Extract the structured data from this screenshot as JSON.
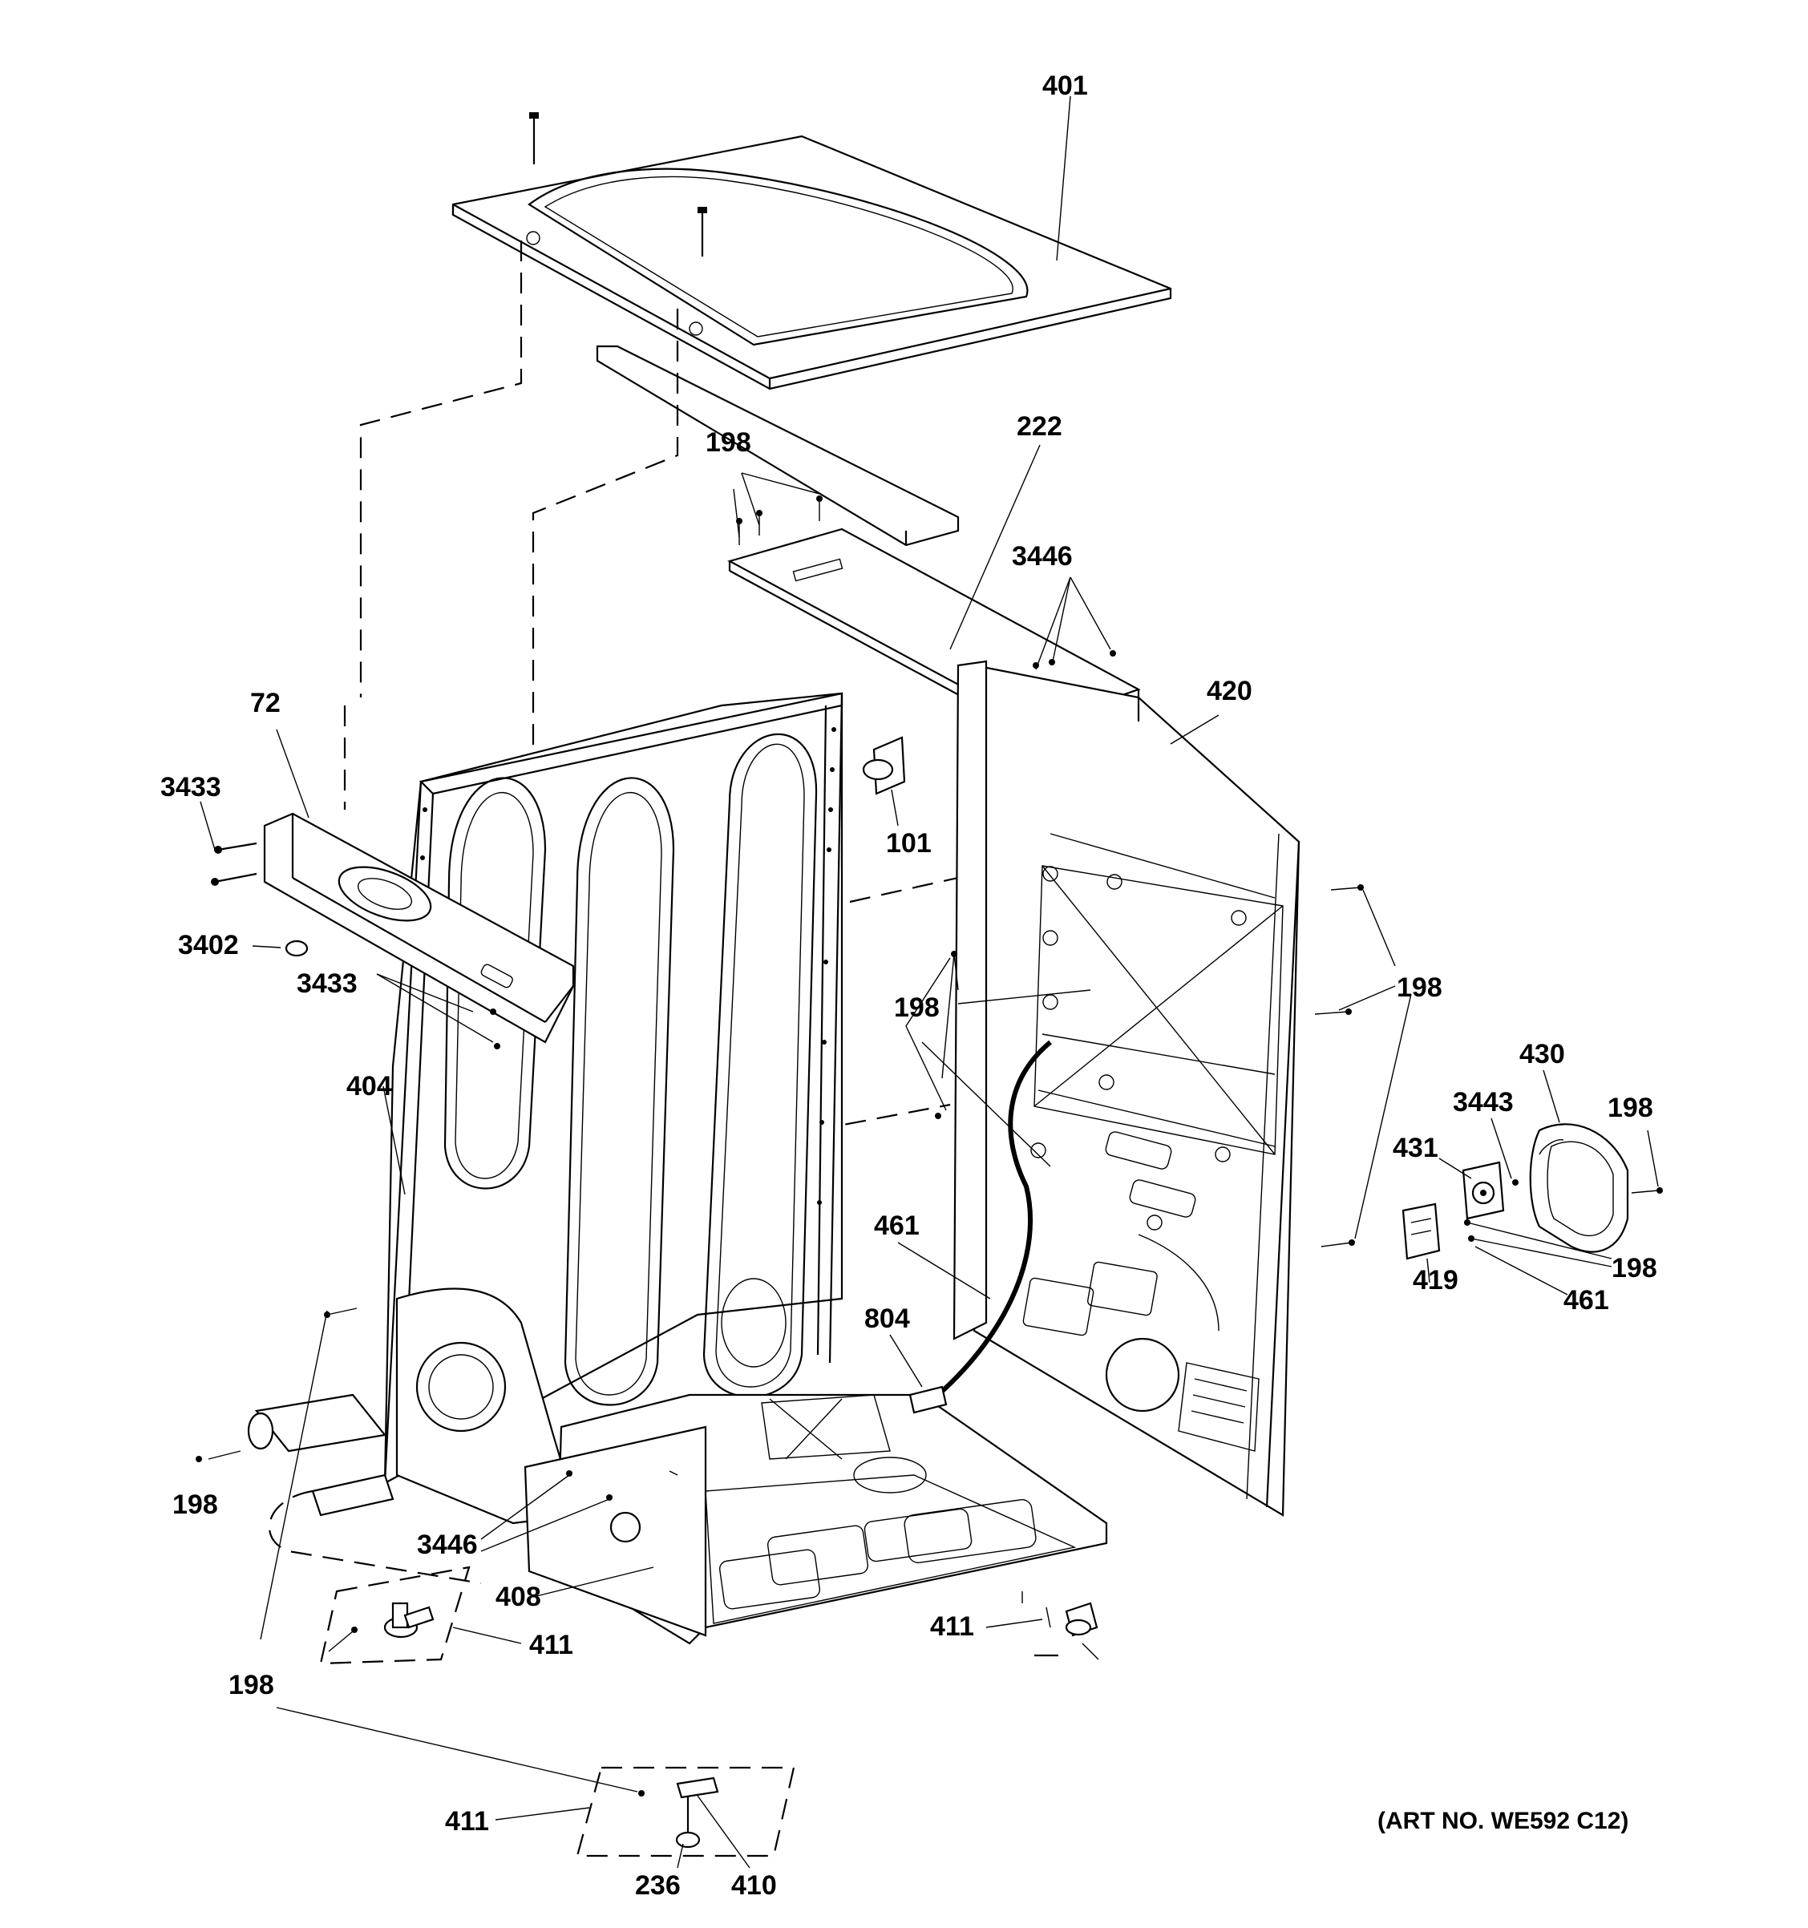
{
  "diagram": {
    "art_number": "(ART NO. WE592 C12)",
    "labels": {
      "p401": "401",
      "p222": "222",
      "p198_top": "198",
      "p3446_top": "3446",
      "p420": "420",
      "p72": "72",
      "p3433_a": "3433",
      "p101": "101",
      "p3402": "3402",
      "p3433_b": "3433",
      "p198_mid": "198",
      "p198_right": "198",
      "p430": "430",
      "p3443": "3443",
      "p198_far": "198",
      "p431": "431",
      "p404": "404",
      "p461_left": "461",
      "p198_r2": "198",
      "p419": "419",
      "p461_right": "461",
      "p804": "804",
      "p198_left": "198",
      "p3446_bottom": "3446",
      "p408": "408",
      "p411_a": "411",
      "p411_b": "411",
      "p198_bottom": "198",
      "p411_c": "411",
      "p236": "236",
      "p410": "410"
    },
    "colors": {
      "line": "#000000",
      "background": "#ffffff"
    }
  }
}
